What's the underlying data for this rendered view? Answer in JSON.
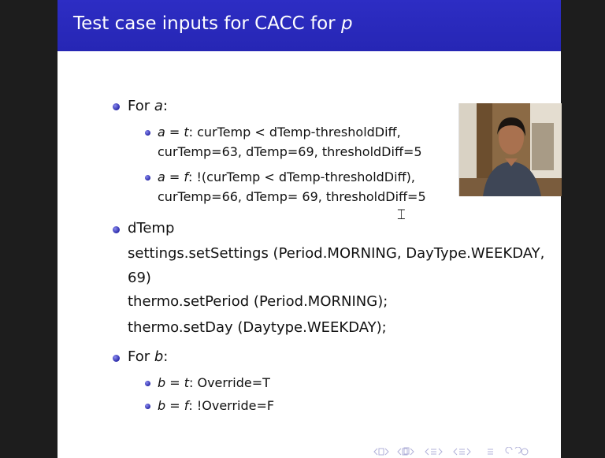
{
  "slide": {
    "title_prefix": "Test case inputs for CACC for ",
    "title_var": "p",
    "for_a_prefix": "For ",
    "for_a_var": "a",
    "for_a_suffix": ":",
    "a_true_lhs": "a = t",
    "a_true_rest": ": curTemp < dTemp-thresholdDiff,",
    "a_true_values": "curTemp=63, dTemp=69, thresholdDiff=5",
    "a_false_lhs": "a = f",
    "a_false_rest": ": !(curTemp < dTemp-thresholdDiff),",
    "a_false_values": "curTemp=66, dTemp= 69, thresholdDiff=5",
    "dtemp_label": "dTemp",
    "code_line1": "settings.setSettings (Period.MORNING, DayType.WEEKDAY,",
    "code_line2": "69)",
    "code_line3": "thermo.setPeriod (Period.MORNING);",
    "code_line4": "thermo.setDay (Daytype.WEEKDAY);",
    "for_b_prefix": "For ",
    "for_b_var": "b",
    "for_b_suffix": ":",
    "b_true_lhs": "b = t",
    "b_true_rest": ": Override=T",
    "b_false_lhs": "b = f",
    "b_false_rest": ": !Override=F"
  },
  "colors": {
    "title_bar": "#2a2ab8",
    "bullet": "#3a3ab8",
    "background_outside": "#1d1d1d"
  },
  "icons": {
    "presenter": "presenter-video",
    "nav": "beamer-navigation-icons",
    "cursor": "text-cursor-icon"
  }
}
